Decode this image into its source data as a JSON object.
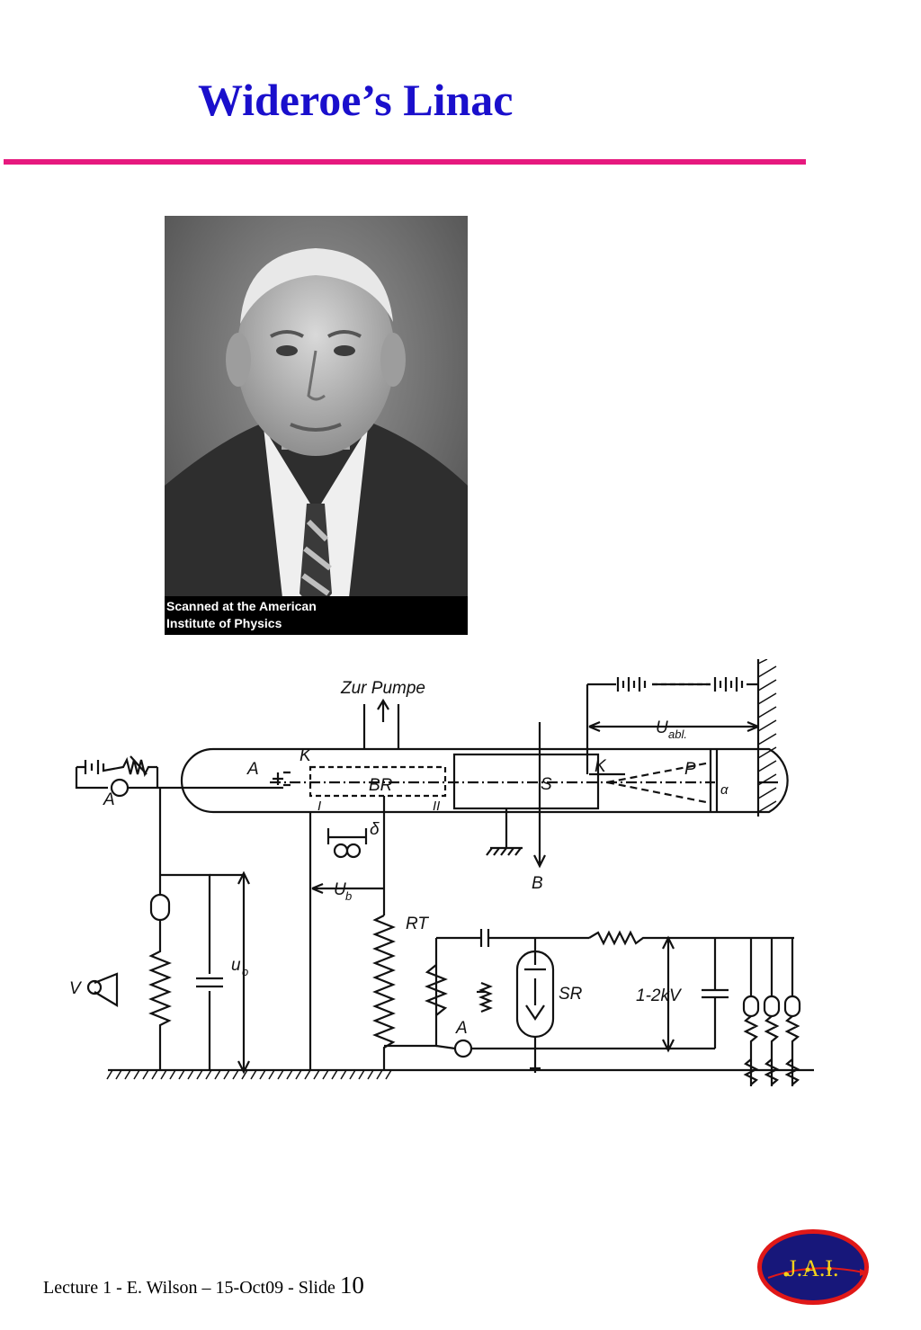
{
  "title": "Wideroe’s Linac",
  "photo": {
    "caption_line1": "Scanned at the American",
    "caption_line2": "Institute of Physics"
  },
  "schematic": {
    "labels": {
      "pump": "Zur Pumpe",
      "u_abl": "U",
      "u_abl_sub": "abl.",
      "anode": "A",
      "cathode_left": "K",
      "drift_tube": "BR",
      "gap_i": "I",
      "gap_ii": "II",
      "slit": "S",
      "cathode_right": "K",
      "plate": "P",
      "alpha": "α",
      "ammeter_left": "A",
      "delta": "δ",
      "u_b": "U",
      "u_b_sub": "b",
      "beam": "B",
      "rt": "RT",
      "u_0": "u",
      "u_0_sub": "o",
      "voltmeter": "V",
      "ammeter_bottom": "A",
      "sr": "SR",
      "kv": "1-2kV"
    }
  },
  "footer": {
    "text": "Lecture 1 - E. Wilson – 15-Oct09 - Slide",
    "slide_number": "10"
  },
  "logo": {
    "text": "J.A.I."
  }
}
